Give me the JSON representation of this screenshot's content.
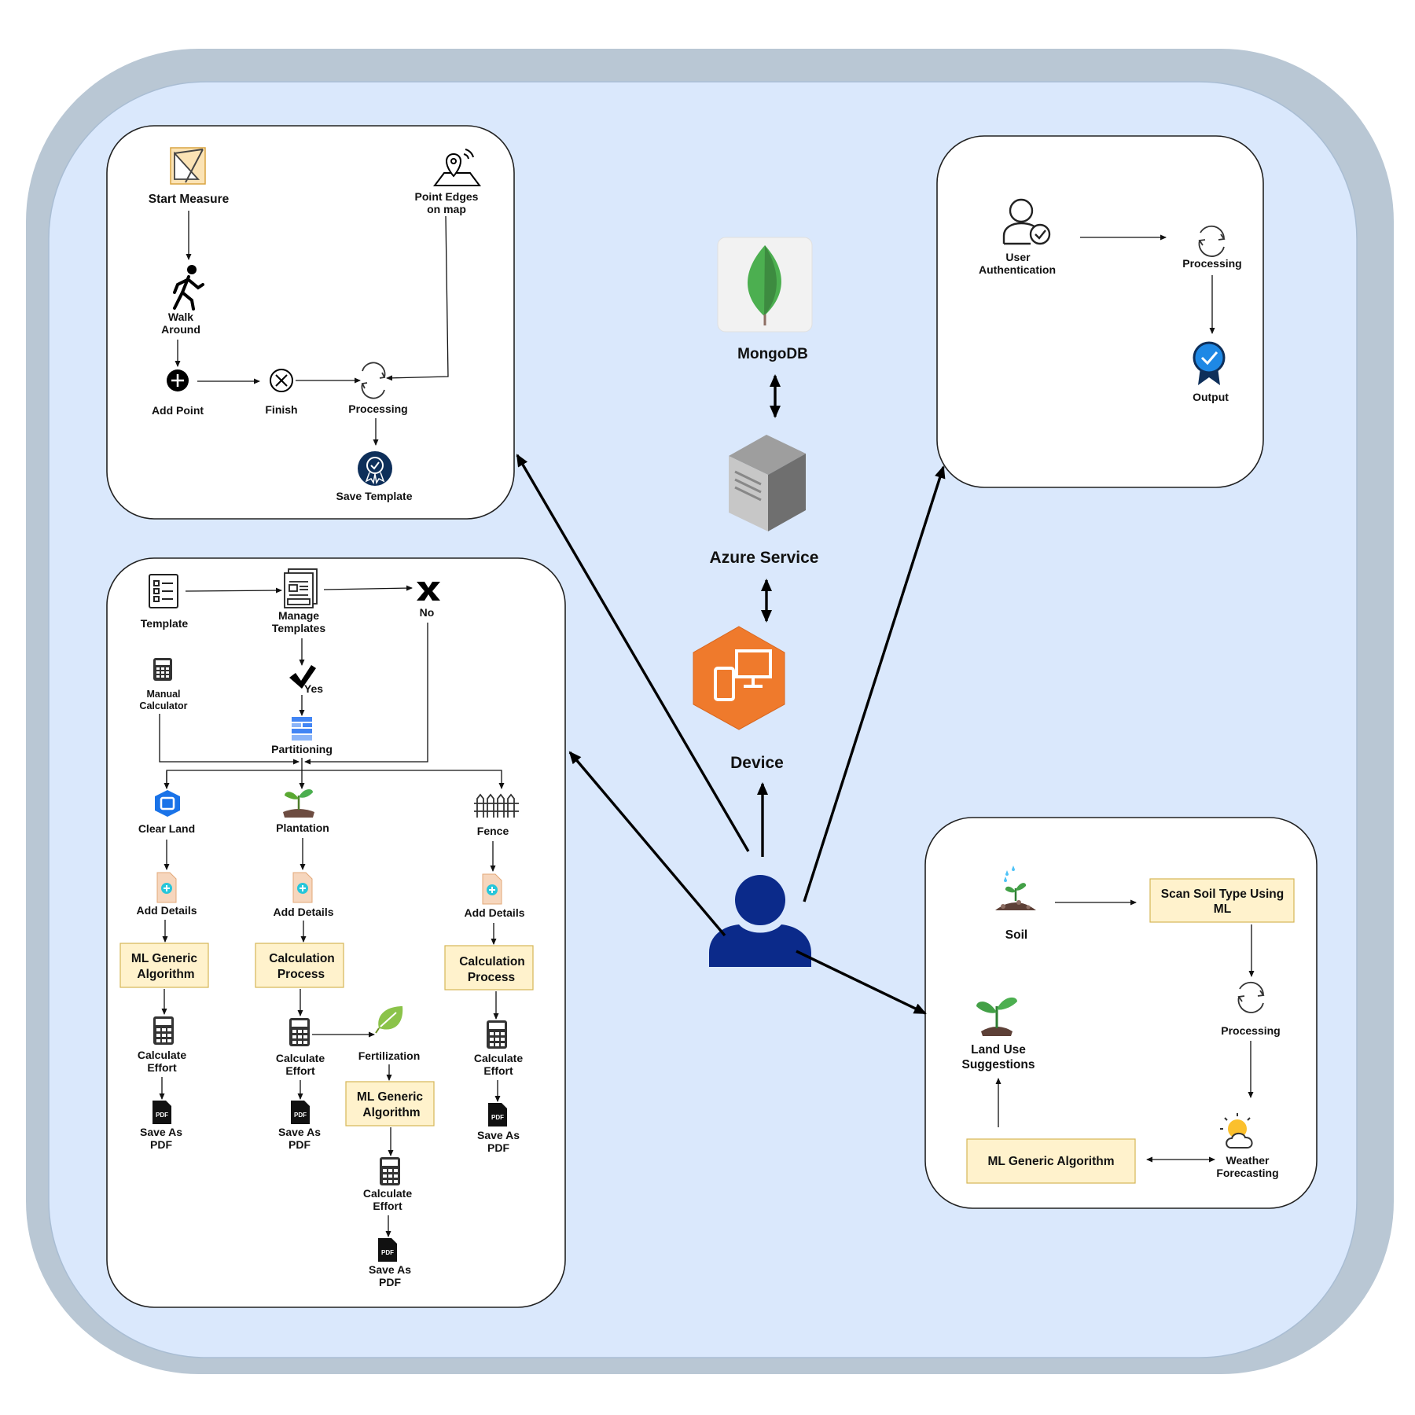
{
  "center": {
    "mongodb": "MongoDB",
    "azure": "Azure Service",
    "device": "Device"
  },
  "measure": {
    "start": "Start Measure",
    "walk": [
      "Walk",
      "Around"
    ],
    "add_point": "Add Point",
    "finish": "Finish",
    "processing": "Processing",
    "point_edges": [
      "Point  Edges",
      "on map"
    ],
    "save_template": "Save Template"
  },
  "auth": {
    "user_auth": [
      "User",
      "Authentication"
    ],
    "processing": "Processing",
    "output": "Output"
  },
  "template": {
    "template": "Template",
    "manage": [
      "Manage",
      "Templates"
    ],
    "no": "No",
    "yes": "Yes",
    "manual": [
      "Manual",
      "Calculator"
    ],
    "partitioning": "Partitioning",
    "clear_land": "Clear Land",
    "plantation": "Plantation",
    "fence": "Fence",
    "add_details": "Add Details",
    "ml_generic": [
      "ML Generic",
      "Algorithm"
    ],
    "calc_process": [
      "Calculation",
      "Process"
    ],
    "calc_effort": [
      "Calculate",
      "Effort"
    ],
    "save_pdf": [
      "Save As",
      "PDF"
    ],
    "fertilization": "Fertilization",
    "pdf_glyph": "PDF"
  },
  "soil": {
    "soil": "Soil",
    "scan": [
      "Scan Soil Type Using",
      "ML"
    ],
    "processing": "Processing",
    "weather": [
      "Weather",
      "Forecasting"
    ],
    "ml": "ML Generic Algorithm",
    "land_use": [
      "Land Use",
      "Suggestions"
    ]
  },
  "colors": {
    "outer_frame": "#b9c7d4",
    "inner_bg": "#dae8fc",
    "panel_bg": "#ffffff",
    "note_fill": "#fff2cc",
    "note_stroke": "#d6b656",
    "user_blue": "#0b2a8a",
    "device_orange": "#ef7a2c",
    "mongo_green": "#4caf50",
    "badge_navy": "#0e2f5a",
    "badge_blue": "#1e88e5"
  }
}
